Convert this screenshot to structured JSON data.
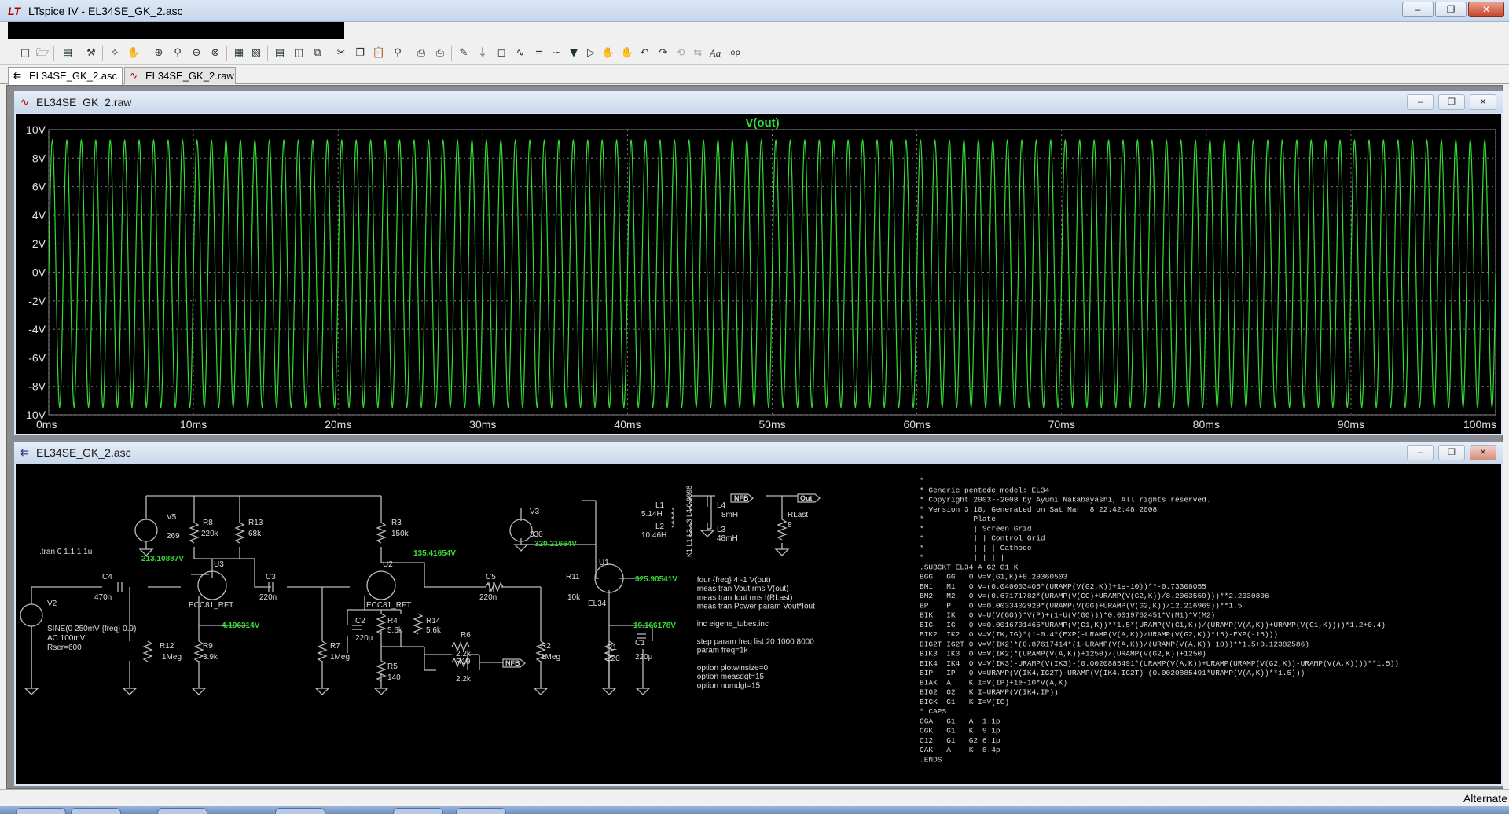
{
  "app": {
    "title": "LTspice IV - EL34SE_GK_2.asc",
    "logo": "LT"
  },
  "window_buttons": {
    "minimize": "–",
    "restore": "❐",
    "close": "✕"
  },
  "doc_tabs": [
    {
      "label": "EL34SE_GK_2.asc",
      "icon": "schematic-icon"
    },
    {
      "label": "EL34SE_GK_2.raw",
      "icon": "waveform-icon"
    }
  ],
  "toolbar_icons": [
    "new-schematic-icon",
    "open-icon",
    "save-icon",
    "control-panel-icon",
    "run-icon",
    "halt-icon",
    "zoom-in-icon",
    "zoom-back-icon",
    "zoom-out-icon",
    "zoom-fit-icon",
    "autorange-icon",
    "grid-icon",
    "tile-horizontal-icon",
    "tile-vertical-icon",
    "cascade-icon",
    "cut-icon",
    "copy-icon",
    "paste-icon",
    "find-icon",
    "print-preview-icon",
    "print-icon",
    "wire-icon",
    "ground-icon",
    "label-net-icon",
    "resistor-icon",
    "capacitor-icon",
    "inductor-icon",
    "diode-icon",
    "component-icon",
    "move-icon",
    "drag-icon",
    "undo-icon",
    "redo-icon",
    "rotate-icon",
    "mirror-icon",
    "text-icon",
    "spice-directive-icon"
  ],
  "waveform_window": {
    "title": "EL34SE_GK_2.raw",
    "trace_label": "V(out)",
    "trace_color": "#33dd33",
    "x_ticks": [
      "0ms",
      "10ms",
      "20ms",
      "30ms",
      "40ms",
      "50ms",
      "60ms",
      "70ms",
      "80ms",
      "90ms",
      "100ms"
    ],
    "y_ticks": [
      "10V",
      "8V",
      "6V",
      "4V",
      "2V",
      "0V",
      "-2V",
      "-4V",
      "-6V",
      "-8V",
      "-10V"
    ]
  },
  "chart_data": {
    "type": "line",
    "title": "V(out)",
    "series": [
      {
        "name": "V(out)",
        "color": "#33dd33",
        "frequency_hz": 1000,
        "amplitude_v": 9.4,
        "offset_v": -0.1,
        "t_start_ms": 0,
        "t_end_ms": 100
      }
    ],
    "xlabel": "",
    "ylabel": "",
    "xlim": [
      0,
      100
    ],
    "ylim": [
      -10,
      10
    ],
    "x_ticks": [
      "0ms",
      "10ms",
      "20ms",
      "30ms",
      "40ms",
      "50ms",
      "60ms",
      "70ms",
      "80ms",
      "90ms",
      "100ms"
    ],
    "y_ticks": [
      "10V",
      "8V",
      "6V",
      "4V",
      "2V",
      "0V",
      "-2V",
      "-4V",
      "-6V",
      "-8V",
      "-10V"
    ],
    "grid": true
  },
  "schematic_window": {
    "title": "EL34SE_GK_2.asc",
    "components": {
      "V5": "V5",
      "V5_val": "269",
      "R8": "R8",
      "R8_val": "220k",
      "R13": "R13",
      "R13_val": "68k",
      "R3": "R3",
      "R3_val": "150k",
      "V3": "V3",
      "V3_val": "330",
      "L1": "L1",
      "L1_val": "5.14H",
      "L2": "L2",
      "L2_val": "10.46H",
      "L4": "L4",
      "L4_val": "8mH",
      "L3": "L3",
      "L3_val": "48mH",
      "K": "K1 L1 L2 L3 L4 0.9998",
      "RLast": "RLast",
      "RLast_val": "8",
      "U3": "U3",
      "U3_model": "ECC81_RFT",
      "U2": "U2",
      "U2_model": "ECC81_RFT",
      "U1": "U1",
      "U1_model": "EL34",
      "C4": "C4",
      "C4_val": "470n",
      "C3": "C3",
      "C3_val": "220n",
      "C5": "C5",
      "C5_val": "220n",
      "R11": "R11",
      "R11_val": "10k",
      "V2": "V2",
      "V2_val1": "SINE(0 250mV {freq} 0.9)",
      "V2_val2": "AC 100mV",
      "V2_val3": "Rser=600",
      "R12": "R12",
      "R12_val": "1Meg",
      "R9": "R9",
      "R9_val": "3.9k",
      "R7": "R7",
      "R7_val": "1Meg",
      "C2": "C2",
      "C2_val": "220µ",
      "R4": "R4",
      "R4_val": "5.6k",
      "R14": "R14",
      "R14_val": "5.6k",
      "R5": "R5",
      "R5_val": "140",
      "R6": "R6",
      "R6_val": "2.2k",
      "R10": "R10",
      "R10_val": "2.2k",
      "R2": "R2",
      "R2_val": "1Meg",
      "R1": "R1",
      "R1_val": "220",
      "C1": "C1",
      "C1_val": "220µ"
    },
    "net_labels": {
      "nfb": "NFB",
      "out": "Out"
    },
    "node_voltages": {
      "n1": "213.10887V",
      "n2": "135.41654V",
      "n3": "320.21664V",
      "n4": "325.90541V",
      "n5": "4.196314V",
      "n6": "19.166178V"
    },
    "tran_directive": ".tran 0 1.1 1 1u",
    "directives": [
      ".four {freq} 4 -1 V(out)",
      ".meas tran Vout rms V(out)",
      ".meas tran Iout rms I(RLast)",
      ".meas tran Power param Vout*Iout",
      "",
      ".inc eigene_tubes.inc",
      "",
      ".step param freq list 20 1000 8000",
      ".param freq=1k",
      "",
      ".option plotwinsize=0",
      ".option measdgt=15",
      ".option numdgt=15"
    ],
    "netlist": [
      "*",
      "* Generic pentode model: EL34",
      "* Copyright 2003--2008 by Ayumi Nakabayashi, All rights reserved.",
      "* Version 3.10, Generated on Sat Mar  8 22:42:48 2008",
      "*           Plate",
      "*           | Screen Grid",
      "*           | | Control Grid",
      "*           | | | Cathode",
      "*           | | | |",
      ".SUBCKT EL34 A G2 G1 K",
      "BGG   GG   0 V=V(G1,K)+0.29360503",
      "BM1   M1   0 V=(0.040003405*(URAMP(V(G2,K))+1e-10))**-0.73308055",
      "BM2   M2   0 V=(0.67171782*(URAMP(V(GG)+URAMP(V(G2,K))/8.2063559)))**2.2330806",
      "BP    P    0 V=0.0033402929*(URAMP(V(GG)+URAMP(V(G2,K))/12.216969))**1.5",
      "BIK   IK   0 V=U(V(GG))*V(P)+(1-U(V(GG)))*0.0019762451*V(M1)*V(M2)",
      "BIG   IG   0 V=0.0016701465*URAMP(V(G1,K))**1.5*(URAMP(V(G1,K))/(URAMP(V(A,K))+URAMP(V(G1,K))))*1.2+0.4)",
      "BIK2  IK2  0 V=V(IK,IG)*(1-0.4*(EXP(-URAMP(V(A,K))/URAMP(V(G2,K))*15)-EXP(-15)))",
      "BIG2T IG2T 0 V=V(IK2)*(0.87617414*(1-URAMP(V(A,K))/(URAMP(V(A,K))+10))**1.5+0.12382586)",
      "BIK3  IK3  0 V=V(IK2)*(URAMP(V(A,K))+1250)/(URAMP(V(G2,K))+1250)",
      "BIK4  IK4  0 V=V(IK3)-URAMP(V(IK3)-(0.0020885491*(URAMP(V(A,K))+URAMP(URAMP(V(G2,K))-URAMP(V(A,K))))**1.5))",
      "BIP   IP   0 V=URAMP(V(IK4,IG2T)-URAMP(V(IK4,IG2T)-(0.0020885491*URAMP(V(A,K))**1.5)))",
      "BIAK  A    K I=V(IP)+1e-10*V(A,K)",
      "BIG2  G2   K I=URAMP(V(IK4,IP))",
      "BIGK  G1   K I=V(IG)",
      "* CAPS",
      "CGA   G1   A  1.1p",
      "CGK   G1   K  9.1p",
      "C12   G1   G2 6.1p",
      "CAK   A    K  8.4p",
      ".ENDS"
    ]
  },
  "status": {
    "text": "Alternate"
  }
}
